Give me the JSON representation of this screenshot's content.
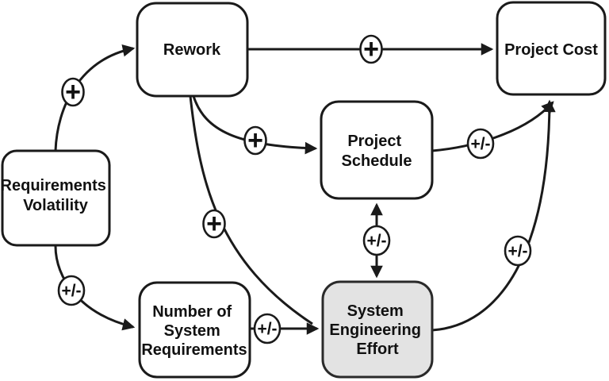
{
  "diagram": {
    "type": "causal-loop-diagram",
    "background_color": "#ffffff",
    "line_color": "#1a1a1a",
    "node_fill_color": "#ffffff",
    "highlight_node_fill_color": "#e3e3e3",
    "nodes": {
      "requirements_volatility": {
        "lines": [
          "Requirements",
          "Volatility"
        ]
      },
      "rework": {
        "lines": [
          "Rework"
        ]
      },
      "project_cost": {
        "lines": [
          "Project Cost"
        ]
      },
      "project_schedule": {
        "lines": [
          "Project",
          "Schedule"
        ]
      },
      "number_of_system_requirements": {
        "lines": [
          "Number of",
          "System",
          "Requirements"
        ]
      },
      "system_engineering_effort": {
        "lines": [
          "System",
          "Engineering",
          "Effort"
        ],
        "highlighted": true
      }
    },
    "edges": [
      {
        "from": "requirements_volatility",
        "to": "rework",
        "sign": "+",
        "bidirectional": false
      },
      {
        "from": "rework",
        "to": "project_cost",
        "sign": "+",
        "bidirectional": false
      },
      {
        "from": "rework",
        "to": "project_schedule",
        "sign": "+",
        "bidirectional": false
      },
      {
        "from": "rework",
        "to": "system_engineering_effort",
        "sign": "+",
        "bidirectional": false
      },
      {
        "from": "requirements_volatility",
        "to": "number_of_system_requirements",
        "sign": "+/-",
        "bidirectional": false
      },
      {
        "from": "number_of_system_requirements",
        "to": "system_engineering_effort",
        "sign": "+/-",
        "bidirectional": false
      },
      {
        "from": "project_schedule",
        "to": "project_cost",
        "sign": "+/-",
        "bidirectional": false
      },
      {
        "from": "project_schedule",
        "to": "system_engineering_effort",
        "sign": "+/-",
        "bidirectional": true
      },
      {
        "from": "system_engineering_effort",
        "to": "project_cost",
        "sign": "+/-",
        "bidirectional": false
      }
    ]
  }
}
